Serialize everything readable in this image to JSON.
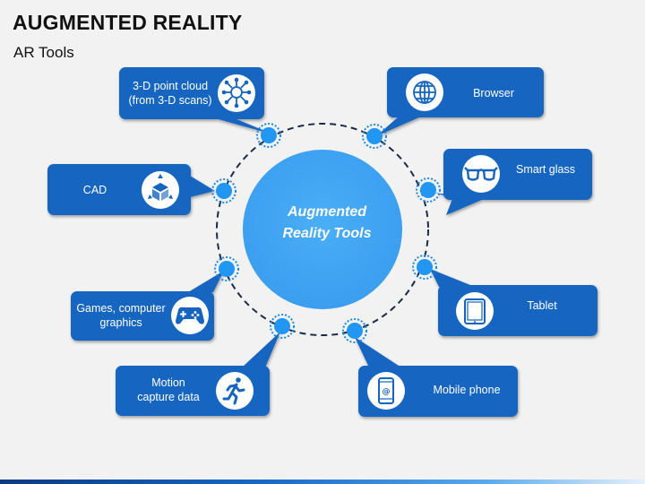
{
  "slide": {
    "title": "AUGMENTED REALITY",
    "subtitle": "AR Tools"
  },
  "center": {
    "line1": "Augmented",
    "line2": "Reality Tools"
  },
  "tools": [
    {
      "id": "point-cloud",
      "line1": "3-D point cloud",
      "line2": "(from 3-D scans)",
      "icon": "network-head-icon"
    },
    {
      "id": "browser",
      "line1": "Browser",
      "icon": "globe-icon"
    },
    {
      "id": "smart-glass",
      "line1": "Smart glass",
      "icon": "glasses-icon"
    },
    {
      "id": "cad",
      "line1": "CAD",
      "icon": "cube-arrows-icon"
    },
    {
      "id": "tablet",
      "line1": "Tablet",
      "icon": "tablet-icon"
    },
    {
      "id": "games",
      "line1": "Games, computer",
      "line2": "graphics",
      "icon": "gamepad-icon"
    },
    {
      "id": "mobile",
      "line1": "Mobile phone",
      "icon": "mobile-phone-icon"
    },
    {
      "id": "motion",
      "line1": "Motion",
      "line2": "capture data",
      "icon": "running-person-icon"
    }
  ],
  "colors": {
    "box": "#1565c0",
    "circle": "#42a5f5",
    "dot": "#2196f3",
    "ring": "#1a2b4a",
    "icon": "#1565c0"
  }
}
